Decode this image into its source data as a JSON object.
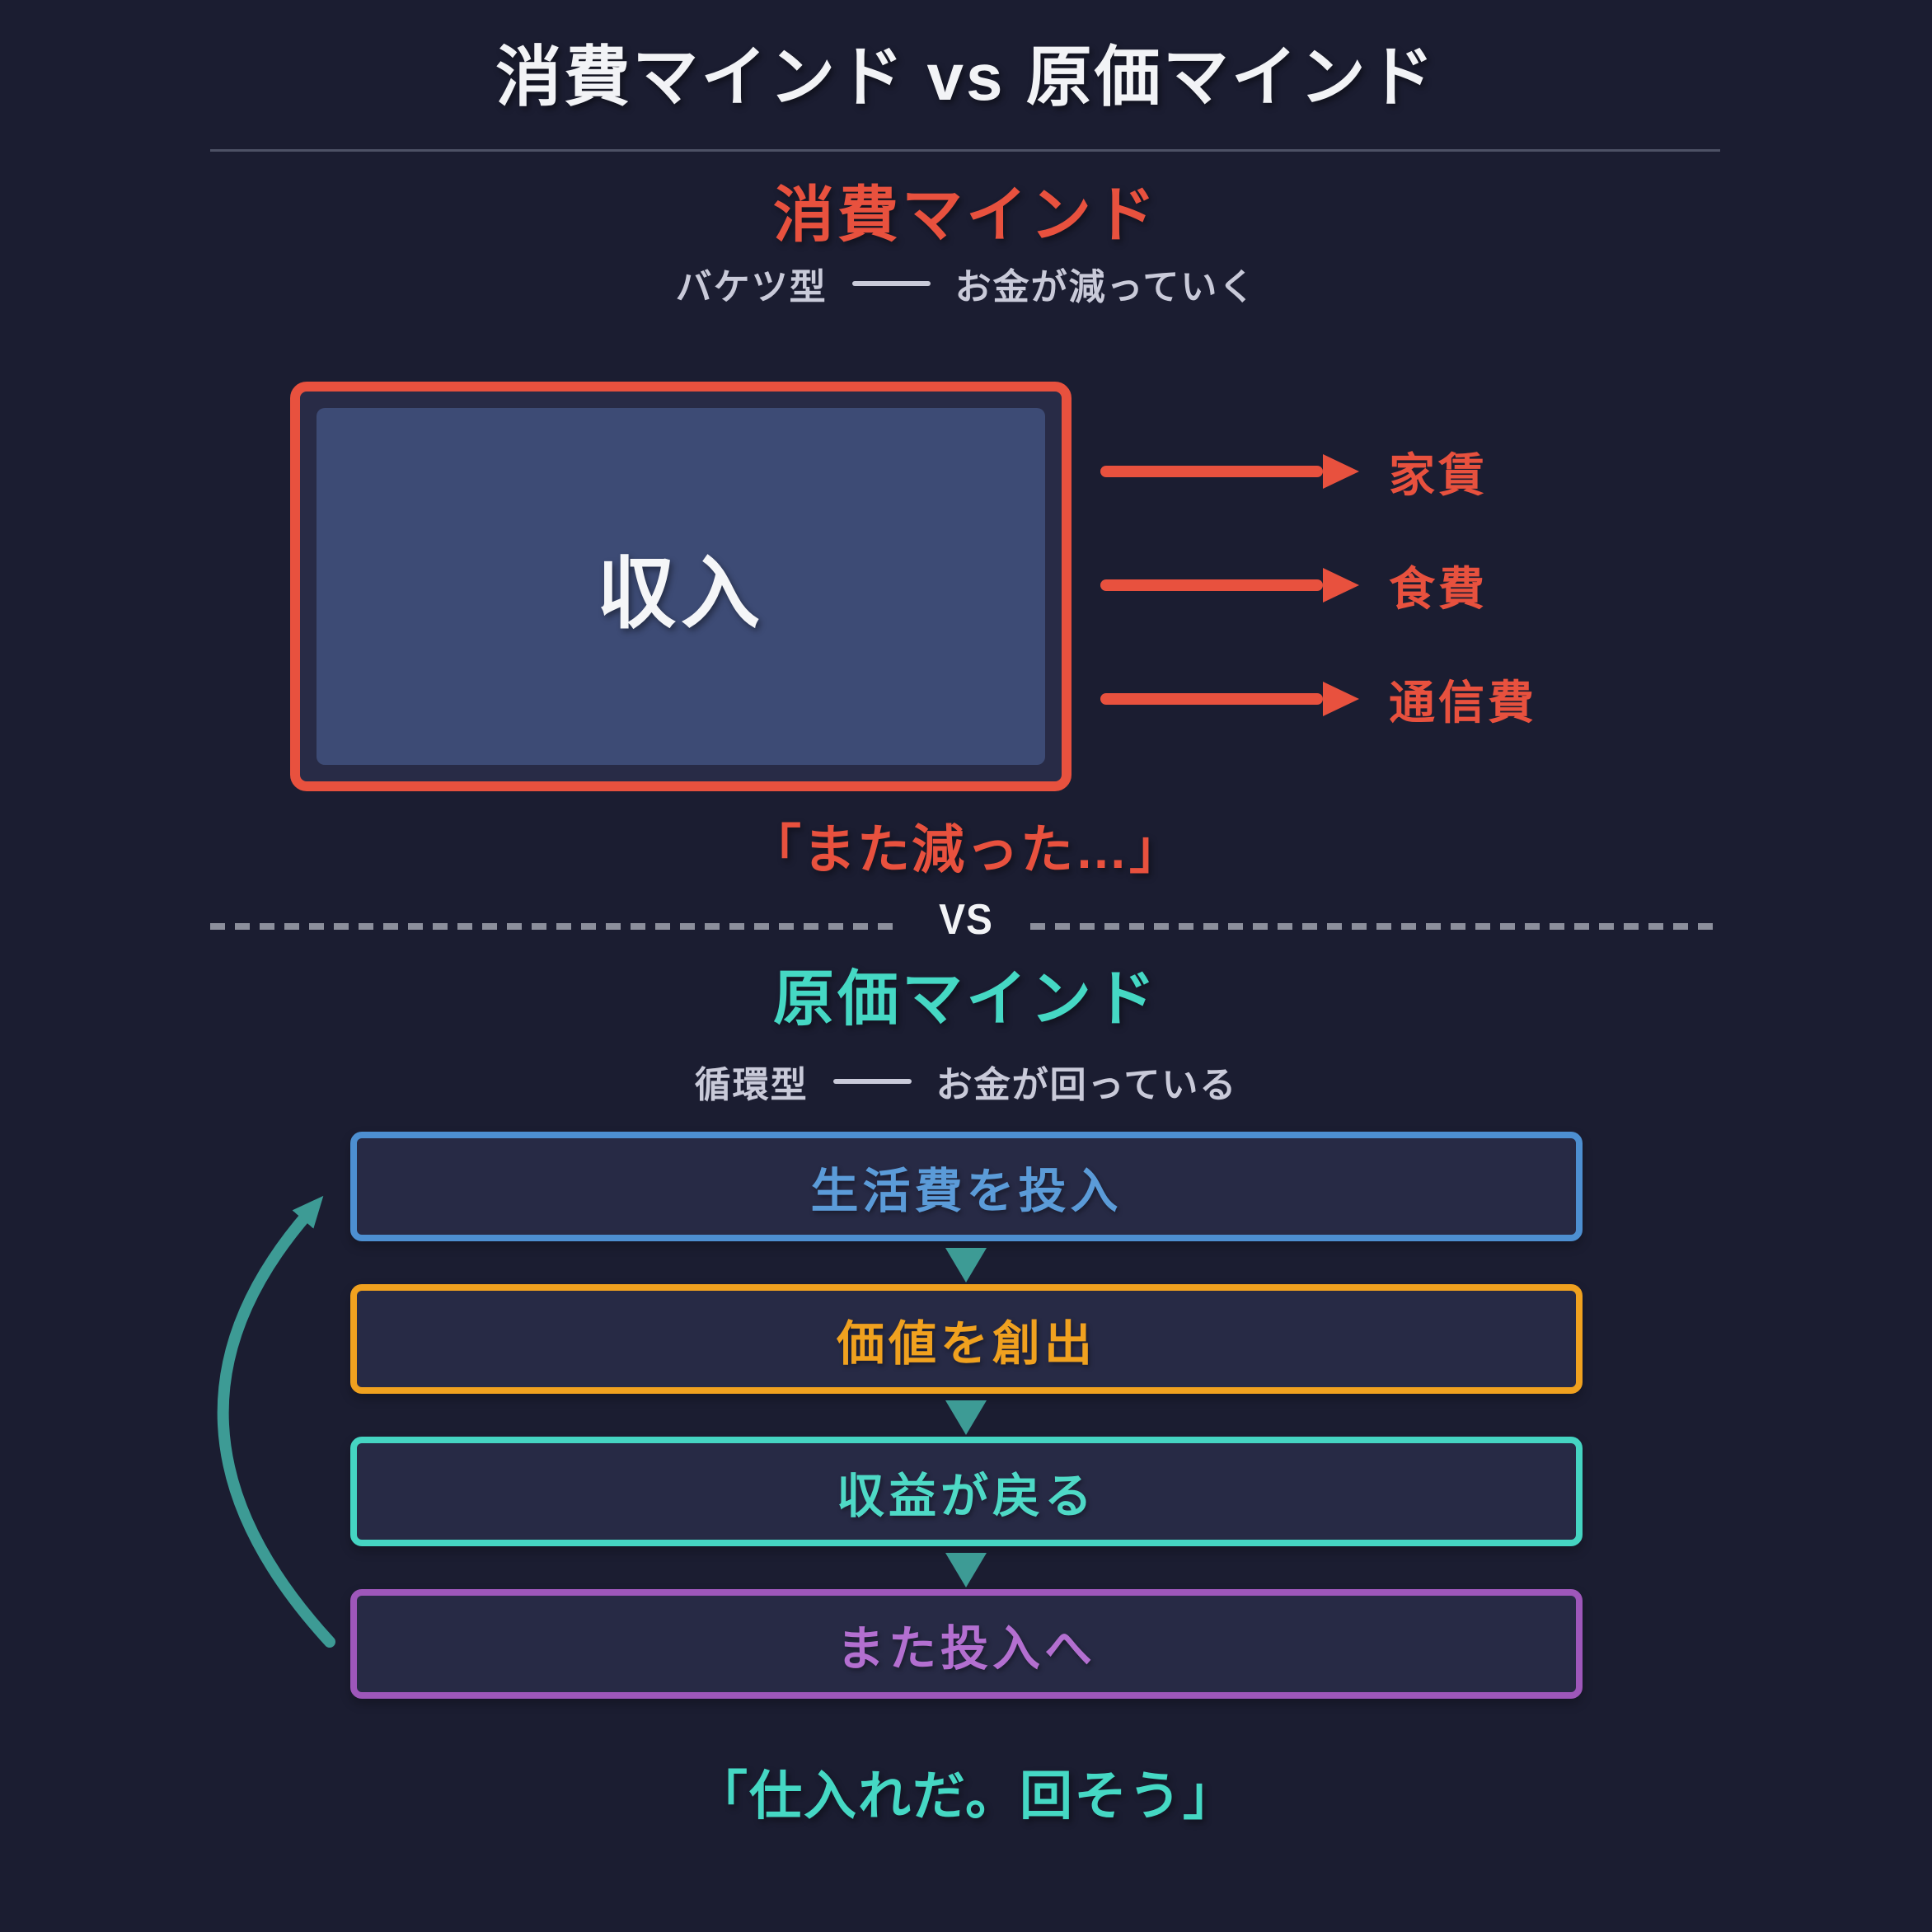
{
  "page": {
    "title": "消費マインド vs 原価マインド"
  },
  "consumption": {
    "heading": "消費マインド",
    "caption_type": "バケツ型",
    "caption_desc": "お金が減っていく",
    "income_label": "収入",
    "expenses": [
      "家賃",
      "食費",
      "通信費"
    ],
    "quote": "「また減った…」",
    "accent": "#e8513e"
  },
  "divider": {
    "label": "VS"
  },
  "cost": {
    "heading": "原価マインド",
    "caption_type": "循環型",
    "caption_desc": "お金が回っている",
    "steps": [
      {
        "label": "生活費を投入",
        "border": "#4d8fd1",
        "text": "#5b9bd8"
      },
      {
        "label": "価値を創出",
        "border": "#f0a11f",
        "text": "#f0a11f"
      },
      {
        "label": "収益が戻る",
        "border": "#45d4c2",
        "text": "#4ed9c6"
      },
      {
        "label": "また投入へ",
        "border": "#9e57ba",
        "text": "#b36fd0"
      }
    ],
    "quote": "「仕入れだ。回そう」",
    "accent": "#45d8c4",
    "flow_arrow_color": "#3d9b95"
  },
  "colors": {
    "background": "#1b1d31",
    "panel_fill": "#272a45",
    "income_fill": "#3d4b75",
    "caption_gray": "#c9cad9",
    "dash_gray": "#8c8f9c",
    "separator_gray": "#4d5165",
    "title_white": "#f2f3f6"
  }
}
